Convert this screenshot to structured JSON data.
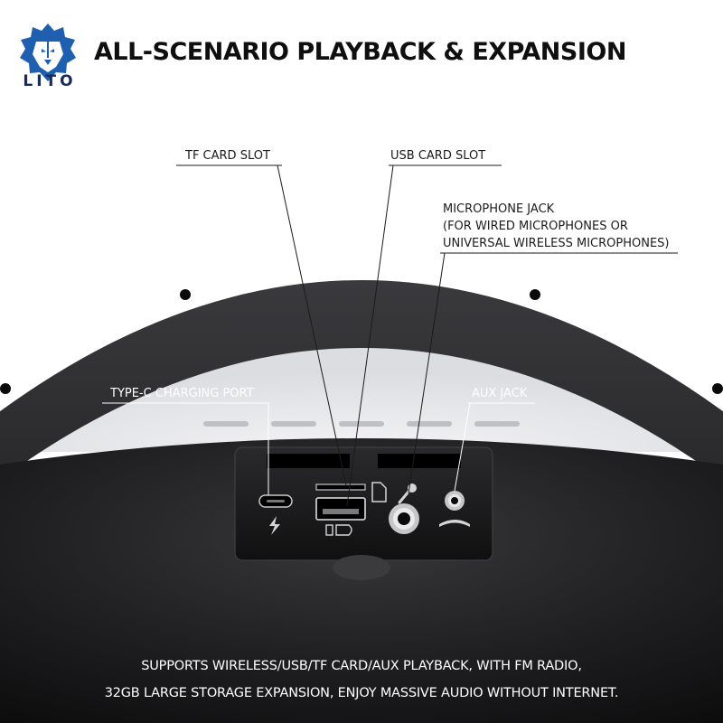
{
  "brand": {
    "name": "LITO"
  },
  "headline": "ALL-SCENARIO PLAYBACK & EXPANSION",
  "callouts": {
    "tf_card": "TF CARD SLOT",
    "usb_card": "USB CARD SLOT",
    "mic_jack_line1": "MICROPHONE JACK",
    "mic_jack_line2": "(FOR WIRED MICROPHONES OR",
    "mic_jack_line3": "UNIVERSAL WIRELESS MICROPHONES)",
    "type_c": "TYPE-C CHARGING PORT",
    "aux": "AUX JACK"
  },
  "caption": {
    "line1": "SUPPORTS WIRELESS/USB/TF CARD/AUX PLAYBACK, WITH FM RADIO,",
    "line2": "32GB LARGE STORAGE EXPANSION, ENJOY MASSIVE AUDIO WITHOUT INTERNET."
  },
  "colors": {
    "background": "#ffffff",
    "speaker_body": "#1c1c1e",
    "handle": "#232325",
    "logo_blue": "#1f5fb0",
    "text_dark": "#1b1b1b",
    "text_light": "#ffffff"
  },
  "icons": [
    "lion-logo-icon",
    "lightning-icon",
    "usb-icon",
    "sd-card-icon",
    "microphone-icon",
    "headphone-icon"
  ]
}
